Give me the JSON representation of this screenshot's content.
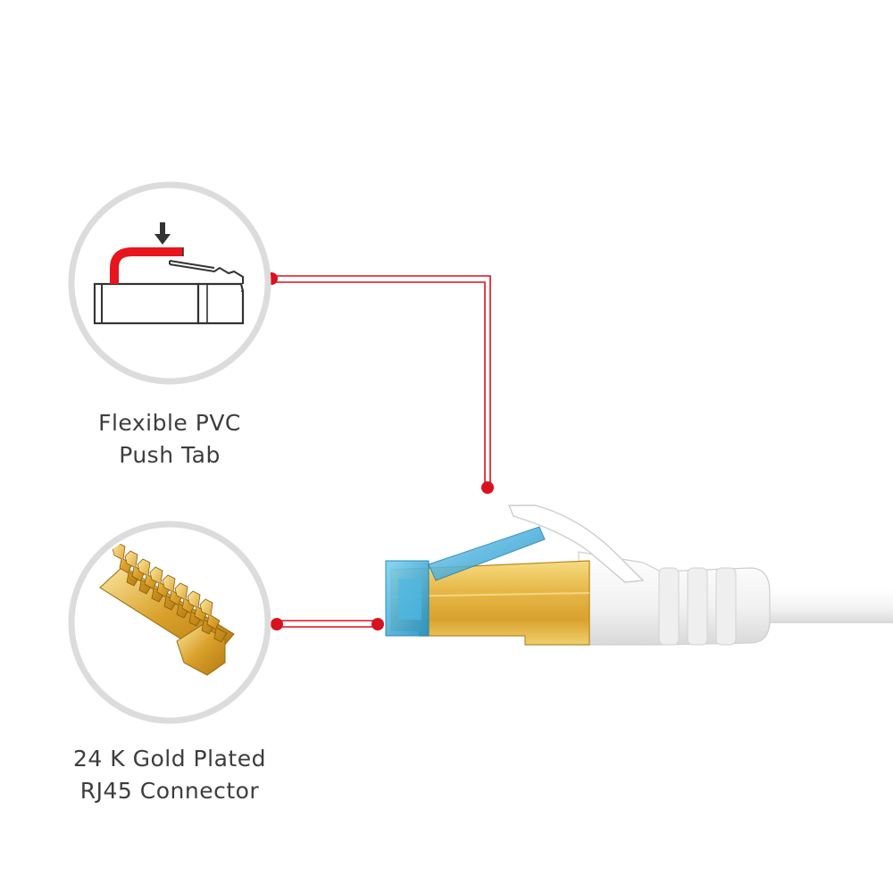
{
  "callouts": [
    {
      "id": "push-tab",
      "caption_lines": [
        "Flexible PVC",
        "Push Tab"
      ],
      "icon": "rj45-push-tab-diagram-icon"
    },
    {
      "id": "gold-connector",
      "caption_lines": [
        "24 K Gold Plated",
        "RJ45 Connector"
      ],
      "icon": "gold-pins-icon"
    }
  ],
  "colors": {
    "leader_line": "#d8121f",
    "leader_dot": "#d8121f",
    "circle_border": "#dcdcdc",
    "tab_highlight": "#e8151e",
    "gold": "#e0b23c",
    "tab_blue": "#2ea3d6",
    "cable_white": "#f4f4f4",
    "text": "#3d3d3d"
  }
}
